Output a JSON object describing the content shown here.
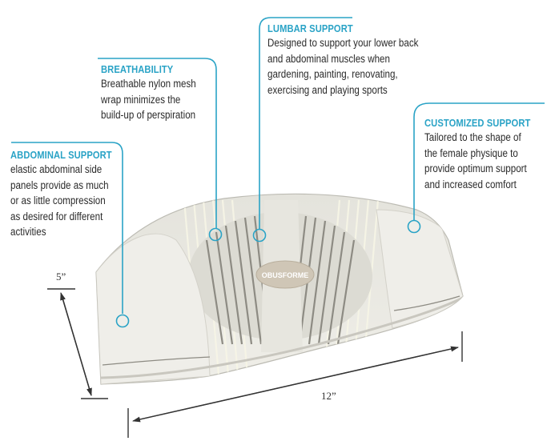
{
  "diagram": {
    "product_logo": "OBUSFORME",
    "accent_color": "#2aa3c6",
    "text_color": "#2b2b2b",
    "callouts": [
      {
        "id": "lumbar",
        "title": "LUMBAR SUPPORT",
        "lines": [
          "Designed to support your lower back",
          "and abdominal muscles when",
          "gardening, painting, renovating,",
          "exercising and playing sports"
        ]
      },
      {
        "id": "breathability",
        "title": "BREATHABILITY",
        "lines": [
          "Breathable nylon mesh",
          "wrap minimizes the",
          "build-up of perspiration"
        ]
      },
      {
        "id": "customized",
        "title": "CUSTOMIZED SUPPORT",
        "lines": [
          "Tailored to the shape of",
          "the female physique to",
          "provide optimum support",
          "and increased comfort"
        ]
      },
      {
        "id": "abdominal",
        "title": "ABDOMINAL SUPPORT",
        "lines": [
          "elastic abdominal side",
          "panels provide as much",
          "or as little compression",
          "as desired for different",
          "activities"
        ]
      }
    ],
    "dimensions": {
      "height": "5”",
      "width": "12”"
    }
  }
}
